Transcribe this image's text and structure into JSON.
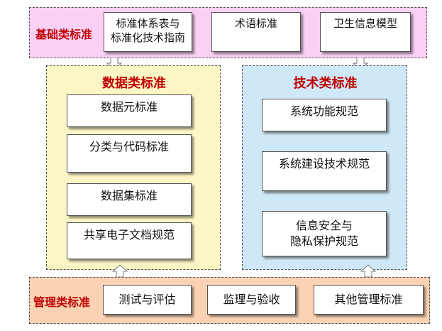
{
  "foundation": {
    "label": "基础类标准",
    "items": [
      {
        "name": "foundation-box-1",
        "lines": [
          "标准体系表与",
          "标准化技术指南"
        ]
      },
      {
        "name": "foundation-box-2",
        "lines": [
          "术语标准"
        ]
      },
      {
        "name": "foundation-box-3",
        "lines": [
          "卫生信息模型"
        ]
      }
    ]
  },
  "data_standards": {
    "title": "数据类标准",
    "items": [
      "数据元标准",
      "分类与代码标准",
      "数据集标准",
      "共享电子文档规范"
    ]
  },
  "tech_standards": {
    "title": "技术类标准",
    "items": [
      {
        "lines": [
          "系统功能规范"
        ]
      },
      {
        "lines": [
          "系统建设技术规范"
        ]
      },
      {
        "lines": [
          "信息安全与",
          "隐私保护规范"
        ]
      }
    ]
  },
  "management": {
    "label": "管理类标准",
    "items": [
      "测试与评估",
      "监理与验收",
      "其他管理标准"
    ]
  },
  "colors": {
    "foundation_bg": "#fbd0f5",
    "data_bg": "#fcf6c6",
    "tech_bg": "#cfe8f7",
    "management_bg": "#fbd3b4",
    "label_red": "#c00000"
  }
}
